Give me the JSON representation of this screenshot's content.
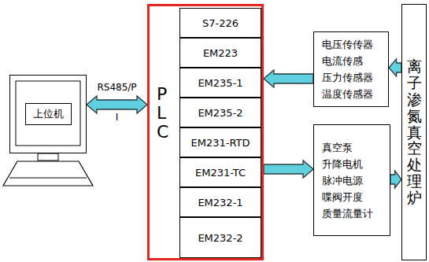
{
  "diagram": {
    "nodes": [
      {
        "text": [
          "上位机"
        ]
      },
      {
        "text": [
          "PLC"
        ]
      },
      {
        "text": [
          "S7-226"
        ],
        "in": 1
      },
      {
        "text": [
          "EM223"
        ],
        "in": 1
      },
      {
        "text": [
          "EM235-1"
        ],
        "in": 1
      },
      {
        "text": [
          "EM235-2"
        ],
        "in": 1
      },
      {
        "text": [
          "EM231-RTD"
        ],
        "in": 1
      },
      {
        "text": [
          "EM231-TC"
        ],
        "in": 1
      },
      {
        "text": [
          "EM232-1"
        ],
        "in": 1
      },
      {
        "text": [
          "EM232-2"
        ],
        "in": 1
      },
      {
        "text": [
          "电压传传器",
          "电流传感",
          "压力传感器",
          "温度传感器"
        ]
      },
      {
        "text": [
          "真空泵",
          "升降电机",
          "脉冲电源",
          "喋阀开度",
          "质量流量计"
        ]
      },
      {
        "text": [
          "离子渗氮真空处理炉"
        ]
      }
    ],
    "edges": [
      {
        "from": 0,
        "to": 1,
        "arrow": "both",
        "label": "RS485/P I"
      },
      {
        "from": 12,
        "to": 10,
        "arrow": "to"
      },
      {
        "from": 10,
        "to": 1,
        "arrow": "to"
      },
      {
        "from": 1,
        "to": 11,
        "arrow": "to"
      },
      {
        "from": 11,
        "to": 12,
        "arrow": "to"
      }
    ]
  }
}
